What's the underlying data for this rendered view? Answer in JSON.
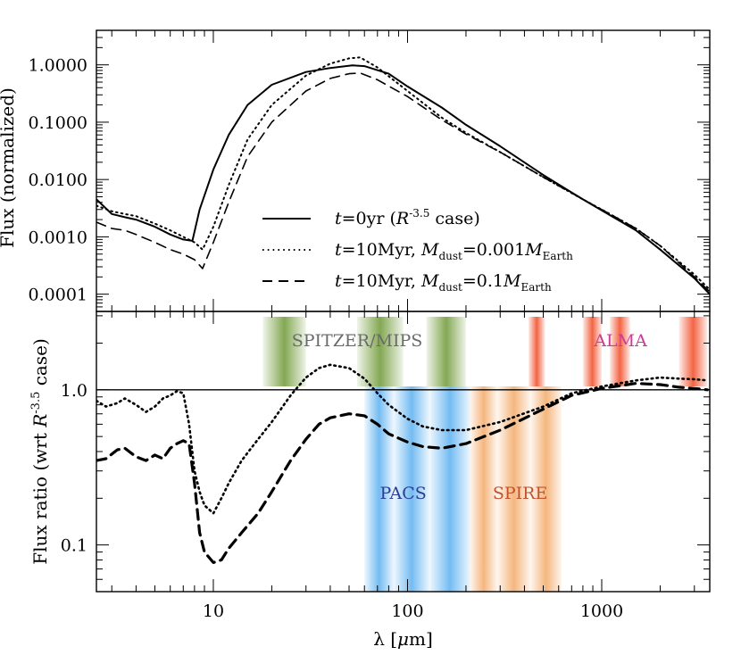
{
  "chart_data": [
    {
      "panel": "top",
      "type": "line",
      "scale": {
        "x": "log",
        "y": "log"
      },
      "xlim": [
        2.5,
        3600
      ],
      "ylim": [
        5e-05,
        4.0
      ],
      "ylabel": "Flux (normalized)",
      "yticks": [
        {
          "value": 0.0001,
          "label": "0.0001"
        },
        {
          "value": 0.001,
          "label": "0.0010"
        },
        {
          "value": 0.01,
          "label": "0.0100"
        },
        {
          "value": 0.1,
          "label": "0.1000"
        },
        {
          "value": 1.0,
          "label": "1.0000"
        }
      ],
      "series": [
        {
          "key": "t0",
          "dash": "solid",
          "x": [
            2.5,
            3.0,
            3.5,
            4.0,
            5.0,
            6.0,
            7.0,
            7.8,
            8.5,
            10,
            12,
            15,
            20,
            30,
            40,
            52,
            60,
            80,
            100,
            150,
            200,
            300,
            500,
            800,
            1000,
            1500,
            2000,
            3000,
            3600
          ],
          "y": [
            0.0045,
            0.0025,
            0.0022,
            0.002,
            0.0015,
            0.0011,
            0.0009,
            0.00085,
            0.003,
            0.015,
            0.06,
            0.2,
            0.45,
            0.75,
            0.88,
            0.98,
            0.95,
            0.7,
            0.42,
            0.18,
            0.09,
            0.038,
            0.012,
            0.0045,
            0.0029,
            0.0013,
            0.0006,
            0.00019,
            0.0001
          ]
        },
        {
          "key": "t10_0001",
          "dash": "dotted",
          "x": [
            2.5,
            3.0,
            3.5,
            4.0,
            5.0,
            6.0,
            7.0,
            8.0,
            8.8,
            10,
            12,
            15,
            20,
            30,
            40,
            50,
            57,
            70,
            100,
            150,
            200,
            300,
            500,
            800,
            1000,
            1500,
            2000,
            3000,
            3600
          ],
          "y": [
            0.0035,
            0.0028,
            0.0025,
            0.0023,
            0.0017,
            0.0013,
            0.001,
            0.0008,
            0.0006,
            0.0015,
            0.008,
            0.05,
            0.2,
            0.65,
            1.05,
            1.3,
            1.35,
            0.9,
            0.35,
            0.12,
            0.065,
            0.03,
            0.011,
            0.0045,
            0.003,
            0.0014,
            0.0007,
            0.00022,
            0.00012
          ]
        },
        {
          "key": "t10_01",
          "dash": "dashed",
          "x": [
            2.5,
            3.0,
            3.5,
            4.0,
            5.0,
            6.0,
            7.0,
            8.0,
            8.8,
            10,
            12,
            15,
            20,
            30,
            40,
            50,
            57,
            70,
            100,
            150,
            200,
            300,
            500,
            800,
            1000,
            1500,
            2000,
            3000,
            3600
          ],
          "y": [
            0.0018,
            0.0014,
            0.0013,
            0.0011,
            0.0008,
            0.0006,
            0.0005,
            0.0004,
            0.00028,
            0.0008,
            0.004,
            0.025,
            0.1,
            0.35,
            0.58,
            0.7,
            0.72,
            0.55,
            0.28,
            0.11,
            0.062,
            0.03,
            0.011,
            0.0045,
            0.003,
            0.0014,
            0.0007,
            0.0002,
            0.00011
          ]
        }
      ],
      "legend": {
        "placement": "lower-center",
        "entries": [
          {
            "key": "t0",
            "label": "t=0yr (R^-3.5 case)"
          },
          {
            "key": "t10_0001",
            "label": "t=10Myr, M_dust=0.001M_Earth"
          },
          {
            "key": "t10_01",
            "label": "t=10Myr, M_dust=0.1M_Earth"
          }
        ]
      }
    },
    {
      "panel": "bottom",
      "type": "line",
      "scale": {
        "x": "log",
        "y": "log"
      },
      "xlim": [
        2.5,
        3600
      ],
      "ylim": [
        0.05,
        3.2
      ],
      "xlabel": "λ [μm]",
      "ylabel": "Flux ratio (wrt R^-3.5 case)",
      "xticks": [
        {
          "value": 10,
          "label": "10"
        },
        {
          "value": 100,
          "label": "100"
        },
        {
          "value": 1000,
          "label": "1000"
        }
      ],
      "yticks": [
        {
          "value": 0.1,
          "label": "0.1"
        },
        {
          "value": 1.0,
          "label": "1.0"
        }
      ],
      "reference_line": 1.0,
      "series": [
        {
          "key": "t10_0001",
          "dash": "dotted",
          "x": [
            2.5,
            2.8,
            3.2,
            3.5,
            4.0,
            4.5,
            5.0,
            5.5,
            6.0,
            6.5,
            7.0,
            7.5,
            8.0,
            8.5,
            9.0,
            10,
            11,
            12,
            14,
            17,
            20,
            25,
            30,
            35,
            40,
            50,
            60,
            70,
            80,
            100,
            120,
            150,
            200,
            300,
            500,
            700,
            1000,
            1500,
            2000,
            2500,
            3000,
            3500
          ],
          "y": [
            0.85,
            0.78,
            0.82,
            0.88,
            0.8,
            0.72,
            0.78,
            0.88,
            0.92,
            0.98,
            0.95,
            0.6,
            0.3,
            0.22,
            0.18,
            0.16,
            0.2,
            0.25,
            0.35,
            0.48,
            0.62,
            0.92,
            1.2,
            1.38,
            1.45,
            1.38,
            1.18,
            0.95,
            0.8,
            0.65,
            0.58,
            0.55,
            0.55,
            0.62,
            0.78,
            0.95,
            1.05,
            1.15,
            1.2,
            1.18,
            1.17,
            1.15
          ]
        },
        {
          "key": "t10_01",
          "dash": "dashed",
          "x": [
            2.5,
            2.8,
            3.2,
            3.5,
            4.0,
            4.5,
            5.0,
            5.5,
            6.0,
            6.5,
            7.0,
            7.5,
            8.0,
            8.5,
            9.0,
            10,
            11,
            12,
            14,
            17,
            20,
            25,
            30,
            35,
            40,
            50,
            60,
            70,
            80,
            100,
            120,
            150,
            200,
            300,
            500,
            700,
            1000,
            1500,
            2000,
            2500,
            3000,
            3500
          ],
          "y": [
            0.35,
            0.36,
            0.41,
            0.42,
            0.37,
            0.35,
            0.38,
            0.36,
            0.42,
            0.45,
            0.47,
            0.45,
            0.25,
            0.12,
            0.09,
            0.077,
            0.08,
            0.095,
            0.12,
            0.16,
            0.22,
            0.35,
            0.48,
            0.6,
            0.66,
            0.7,
            0.68,
            0.6,
            0.52,
            0.46,
            0.43,
            0.42,
            0.45,
            0.55,
            0.75,
            0.92,
            1.02,
            1.1,
            1.08,
            1.04,
            1.02,
            1.0
          ]
        }
      ],
      "bands": [
        {
          "name": "SPITZER/MIPS",
          "label": "SPITZER/MIPS",
          "color": "#7da34a",
          "label_color": "#6a6a6a",
          "row": "upper",
          "label_x": 55,
          "regions": [
            [
              18,
              30
            ],
            [
              55,
              95
            ],
            [
              125,
              200
            ]
          ]
        },
        {
          "name": "ALMA",
          "label": "ALMA",
          "color": "#f25c3a",
          "label_color": "#d0389a",
          "row": "upper",
          "label_x": 1250,
          "regions": [
            [
              420,
              510
            ],
            [
              800,
              1000
            ],
            [
              1100,
              1400
            ],
            [
              2500,
              3500
            ]
          ]
        },
        {
          "name": "PACS",
          "label": "PACS",
          "color": "#6cb8f2",
          "label_color": "#2c3d96",
          "row": "lower",
          "label_x": 95,
          "regions": [
            [
              60,
              85
            ],
            [
              85,
              130
            ],
            [
              130,
              210
            ]
          ]
        },
        {
          "name": "SPIRE",
          "label": "SPIRE",
          "color": "#f5b277",
          "label_color": "#c1522e",
          "row": "lower",
          "label_x": 380,
          "regions": [
            [
              210,
              290
            ],
            [
              290,
              430
            ],
            [
              430,
              620
            ]
          ]
        }
      ]
    }
  ]
}
